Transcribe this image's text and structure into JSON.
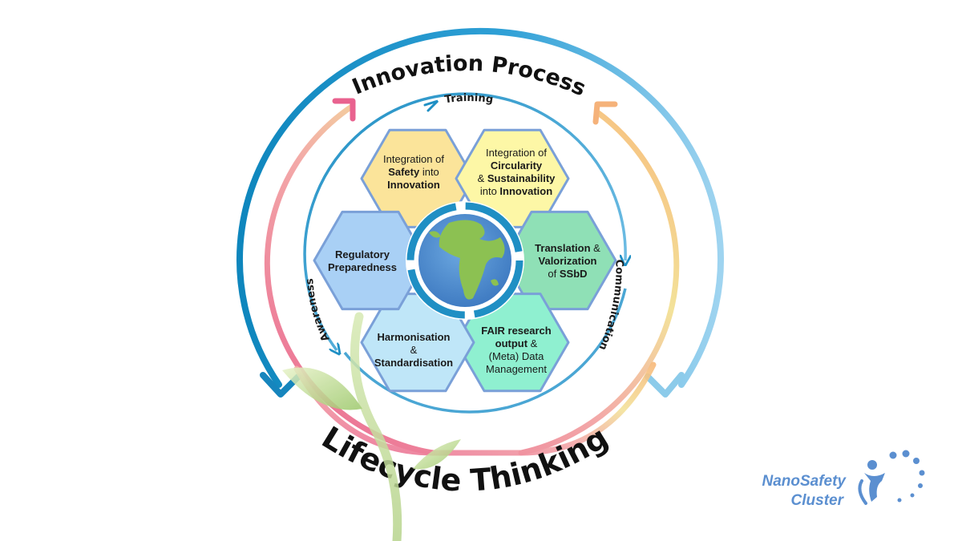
{
  "arcs": {
    "outer_title": "Innovation Process",
    "bottom_title": "Lifecycle Thinking",
    "inner_top": "Training",
    "inner_right": "Communication",
    "inner_left": "Awareness"
  },
  "petals": [
    {
      "id": "safety",
      "lines": [
        [
          [
            "Integration of",
            false
          ]
        ],
        [
          [
            "Safety",
            true
          ],
          [
            " into",
            false
          ]
        ],
        [
          [
            "Innovation",
            true
          ]
        ]
      ],
      "color": "#fbe49a"
    },
    {
      "id": "circularity",
      "lines": [
        [
          [
            "Integration of",
            false
          ]
        ],
        [
          [
            "Circularity",
            true
          ]
        ],
        [
          [
            "& ",
            false
          ],
          [
            "Sustainability",
            true
          ]
        ],
        [
          [
            "into ",
            false
          ],
          [
            "Innovation",
            true
          ]
        ]
      ],
      "color": "#fdf7a6"
    },
    {
      "id": "translation",
      "lines": [
        [
          [
            "Translation",
            true
          ],
          [
            " &",
            false
          ]
        ],
        [
          [
            "Valorization",
            true
          ]
        ],
        [
          [
            "of ",
            false
          ],
          [
            "SSbD",
            true
          ]
        ]
      ],
      "color": "#8fe0b6"
    },
    {
      "id": "fair",
      "lines": [
        [
          [
            "FAIR research",
            true
          ]
        ],
        [
          [
            "output",
            true
          ],
          [
            " &",
            false
          ]
        ],
        [
          [
            "(Meta) Data",
            false
          ]
        ],
        [
          [
            "Management",
            false
          ]
        ]
      ],
      "color": "#8ff0d0"
    },
    {
      "id": "harmonisation",
      "lines": [
        [
          [
            "Harmonisation",
            true
          ]
        ],
        [
          [
            "&",
            false
          ]
        ],
        [
          [
            "Standardisation",
            true
          ]
        ]
      ],
      "color": "#bfe6f8"
    },
    {
      "id": "regulatory",
      "lines": [
        [
          [
            "Regulatory",
            true
          ]
        ],
        [
          [
            "Preparedness",
            true
          ]
        ]
      ],
      "color": "#a9d0f5"
    }
  ],
  "logo": {
    "line1": "NanoSafety",
    "line2": "Cluster"
  },
  "colors": {
    "outer_arc": "#1f8fc4",
    "pink_arc": "#e9628f",
    "yellow_arc": "#f3d98a",
    "inner_arc": "#2b8fc0",
    "hex_border": "#7aa0d8",
    "globe_ring": "#1f8fc4",
    "logo_blue": "#5b8fd0"
  },
  "icons": {
    "globe": "earth-globe-icon",
    "plant": "sprout-icon",
    "logo_mark": "running-figure-icon"
  }
}
